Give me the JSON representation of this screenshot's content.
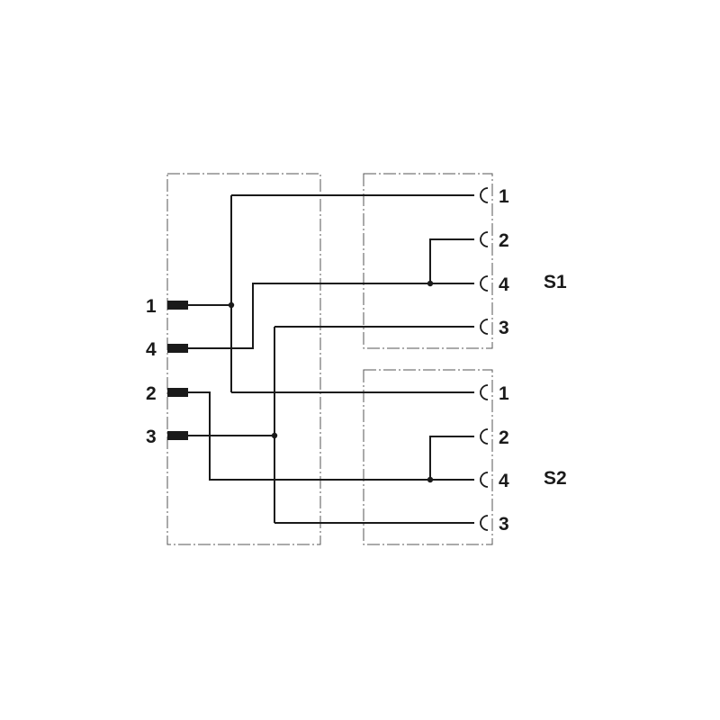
{
  "left_connector": {
    "pins": [
      "1",
      "4",
      "2",
      "3"
    ]
  },
  "sockets": [
    {
      "name": "S1",
      "pins": [
        "1",
        "2",
        "4",
        "3"
      ]
    },
    {
      "name": "S2",
      "pins": [
        "1",
        "2",
        "4",
        "3"
      ]
    }
  ]
}
